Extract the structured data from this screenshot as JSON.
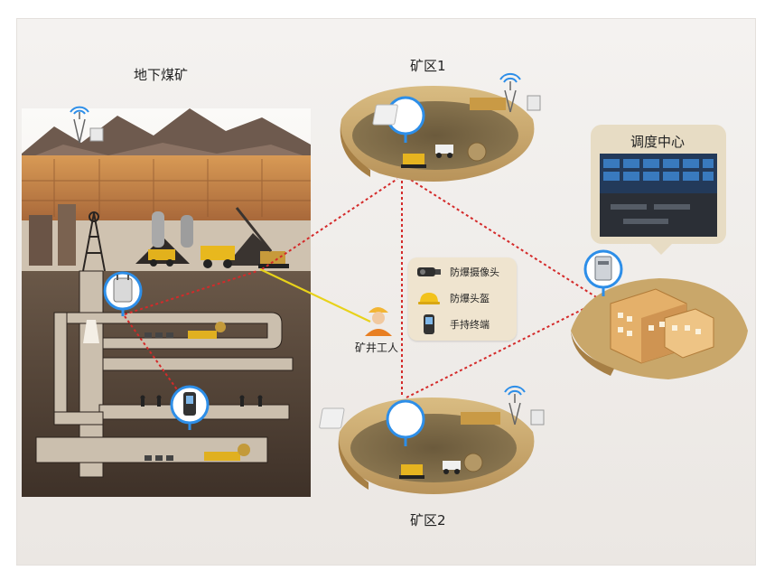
{
  "labels": {
    "underground": "地下煤矿",
    "zone1": "矿区1",
    "zone2": "矿区2",
    "control_center": "调度中心",
    "worker": "矿井工人"
  },
  "legend": [
    {
      "icon": "explosion-proof-camera-icon",
      "label": "防爆摄像头"
    },
    {
      "icon": "explosion-proof-helmet-icon",
      "label": "防爆头盔"
    },
    {
      "icon": "handheld-terminal-icon",
      "label": "手持终端"
    }
  ],
  "colors": {
    "link": "#d42a2a",
    "wired": "#e8d21a",
    "pin": "#2d8ee8",
    "mound": "#c9a76a",
    "legend_bg": "#efe4cf"
  }
}
